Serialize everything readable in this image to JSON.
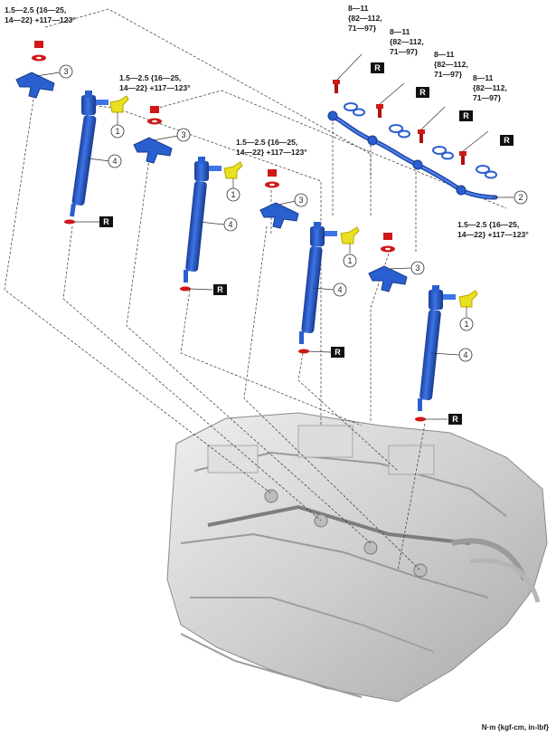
{
  "torque": {
    "injector_clamp": [
      "1.5—2.5 {16—25,",
      "14—22} +117—123°"
    ],
    "rail_bolt": [
      "8—11",
      "{82—112,",
      "71—97}"
    ]
  },
  "badge_r": "R",
  "part_numbers": [
    "1",
    "2",
    "3",
    "4"
  ],
  "unit_note": "N·m {kgf-cm, in-lbf}",
  "colors": {
    "injector": "#2a5fd0",
    "bolt": "#d01818",
    "connector": "#e8e020",
    "engine": "#c8c8c8"
  }
}
